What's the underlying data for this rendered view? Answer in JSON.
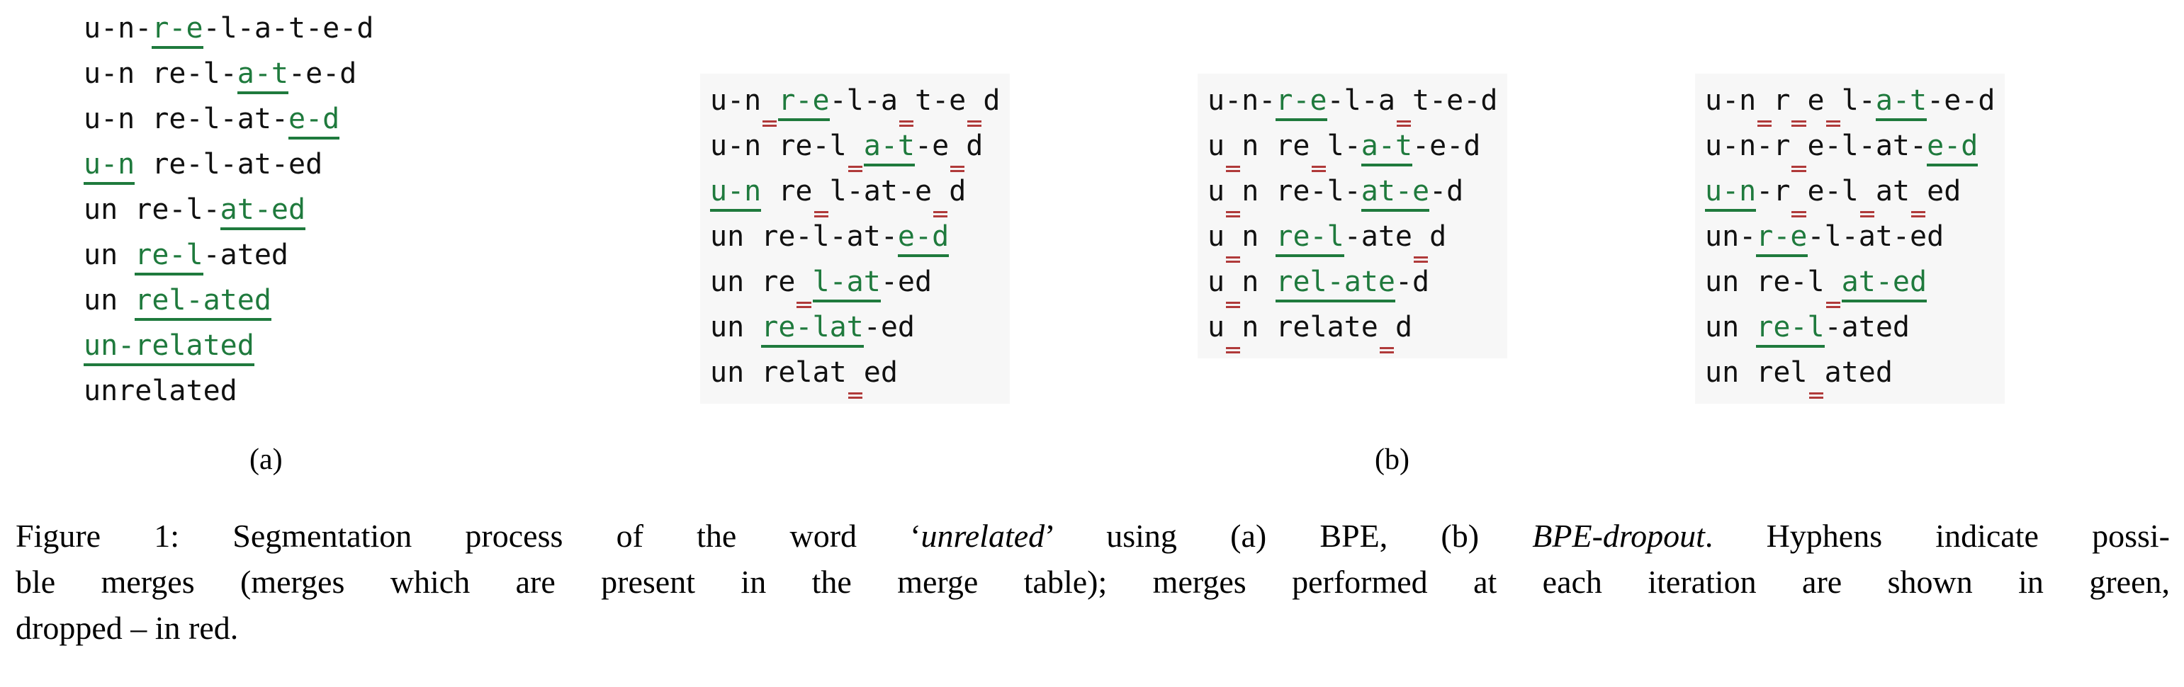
{
  "figure": {
    "label": "Figure 1:",
    "caption_lead": "Figure 1: Segmentation process of the word ‘",
    "caption_word": "unrelated",
    "caption_mid1": "’ using (a) BPE, (b) ",
    "caption_method": "BPE-dropout",
    "caption_mid2": ". Hyphens indicate possi-",
    "caption_line2": "ble merges (merges which are present in the merge table); merges performed at each iteration are shown in green,",
    "caption_line3": "dropped – in red.",
    "sublabel_a": "(a)",
    "sublabel_b": "(b)"
  },
  "colors": {
    "merge_green": "#1f7a3d",
    "dropped_red": "#b03a3a",
    "text_black": "#111111",
    "panel_bg": "#f7f7f7",
    "page_bg": "#ffffff"
  },
  "legend": {
    "green_meaning": "merges performed at each iteration",
    "red_meaning": "dropped merges",
    "hyphen_meaning": "possible merges (present in the merge table)"
  },
  "panels": [
    {
      "id": "panel-a",
      "name": "BPE",
      "sublabel": "(a)",
      "rows": [
        [
          {
            "t": "u-n-",
            "s": "plain"
          },
          {
            "t": "r-e",
            "s": "green-underline"
          },
          {
            "t": "-l-a-t-e-d",
            "s": "plain"
          }
        ],
        [
          {
            "t": "u-n re-l-",
            "s": "plain"
          },
          {
            "t": "a-t",
            "s": "green-underline"
          },
          {
            "t": "-e-d",
            "s": "plain"
          }
        ],
        [
          {
            "t": "u-n re-l-at-",
            "s": "plain"
          },
          {
            "t": "e-d",
            "s": "green-underline"
          },
          {
            "t": "",
            "s": "plain"
          }
        ],
        [
          {
            "t": "u-n",
            "s": "green-underline"
          },
          {
            "t": " re-l-at-ed",
            "s": "plain"
          }
        ],
        [
          {
            "t": "un re-l-",
            "s": "plain"
          },
          {
            "t": "at-ed",
            "s": "green-underline"
          },
          {
            "t": "",
            "s": "plain"
          }
        ],
        [
          {
            "t": "un ",
            "s": "plain"
          },
          {
            "t": "re-l",
            "s": "green-underline"
          },
          {
            "t": "-ated",
            "s": "plain"
          }
        ],
        [
          {
            "t": "un ",
            "s": "plain"
          },
          {
            "t": "rel-ated",
            "s": "green-underline"
          },
          {
            "t": "",
            "s": "plain"
          }
        ],
        [
          {
            "t": "un-related",
            "s": "green-underline"
          },
          {
            "t": "",
            "s": "plain"
          }
        ],
        [
          {
            "t": "unrelated",
            "s": "plain"
          }
        ]
      ]
    },
    {
      "id": "panel-b1",
      "name": "BPE-dropout sample 1",
      "sublabel": "(b)",
      "rows": [
        [
          {
            "t": "u-n",
            "s": "plain"
          },
          {
            "t": "_",
            "s": "dropped"
          },
          {
            "t": "r-e",
            "s": "green-underline"
          },
          {
            "t": "-l-a",
            "s": "plain"
          },
          {
            "t": "_",
            "s": "dropped"
          },
          {
            "t": "t-e",
            "s": "plain"
          },
          {
            "t": "_",
            "s": "dropped"
          },
          {
            "t": "d",
            "s": "plain"
          }
        ],
        [
          {
            "t": "u-n re-l",
            "s": "plain"
          },
          {
            "t": "_",
            "s": "dropped"
          },
          {
            "t": "a-t",
            "s": "green-underline"
          },
          {
            "t": "-e",
            "s": "plain"
          },
          {
            "t": "_",
            "s": "dropped"
          },
          {
            "t": "d",
            "s": "plain"
          }
        ],
        [
          {
            "t": "u-n",
            "s": "green-underline"
          },
          {
            "t": " re",
            "s": "plain"
          },
          {
            "t": "_",
            "s": "dropped"
          },
          {
            "t": "l-at-e",
            "s": "plain"
          },
          {
            "t": "_",
            "s": "dropped"
          },
          {
            "t": "d",
            "s": "plain"
          }
        ],
        [
          {
            "t": "un re-l-at-",
            "s": "plain"
          },
          {
            "t": "e-d",
            "s": "green-underline"
          },
          {
            "t": "",
            "s": "plain"
          }
        ],
        [
          {
            "t": "un re",
            "s": "plain"
          },
          {
            "t": "_",
            "s": "dropped"
          },
          {
            "t": "l-at",
            "s": "green-underline"
          },
          {
            "t": "-ed",
            "s": "plain"
          }
        ],
        [
          {
            "t": "un ",
            "s": "plain"
          },
          {
            "t": "re-lat",
            "s": "green-underline"
          },
          {
            "t": "-ed",
            "s": "plain"
          }
        ],
        [
          {
            "t": "un relat",
            "s": "plain"
          },
          {
            "t": "_",
            "s": "dropped"
          },
          {
            "t": "ed",
            "s": "plain"
          }
        ]
      ]
    },
    {
      "id": "panel-b2",
      "name": "BPE-dropout sample 2",
      "sublabel": "(b)",
      "rows": [
        [
          {
            "t": "u-n-",
            "s": "plain"
          },
          {
            "t": "r-e",
            "s": "green-underline"
          },
          {
            "t": "-l-a",
            "s": "plain"
          },
          {
            "t": "_",
            "s": "dropped"
          },
          {
            "t": "t-e-d",
            "s": "plain"
          }
        ],
        [
          {
            "t": "u",
            "s": "plain"
          },
          {
            "t": "_",
            "s": "dropped"
          },
          {
            "t": "n re",
            "s": "plain"
          },
          {
            "t": "_",
            "s": "dropped"
          },
          {
            "t": "l-",
            "s": "plain"
          },
          {
            "t": "a-t",
            "s": "green-underline"
          },
          {
            "t": "-e-d",
            "s": "plain"
          }
        ],
        [
          {
            "t": "u",
            "s": "plain"
          },
          {
            "t": "_",
            "s": "dropped"
          },
          {
            "t": "n re-l-",
            "s": "plain"
          },
          {
            "t": "at-e",
            "s": "green-underline"
          },
          {
            "t": "-d",
            "s": "plain"
          }
        ],
        [
          {
            "t": "u",
            "s": "plain"
          },
          {
            "t": "_",
            "s": "dropped"
          },
          {
            "t": "n ",
            "s": "plain"
          },
          {
            "t": "re-l",
            "s": "green-underline"
          },
          {
            "t": "-ate",
            "s": "plain"
          },
          {
            "t": "_",
            "s": "dropped"
          },
          {
            "t": "d",
            "s": "plain"
          }
        ],
        [
          {
            "t": "u",
            "s": "plain"
          },
          {
            "t": "_",
            "s": "dropped"
          },
          {
            "t": "n ",
            "s": "plain"
          },
          {
            "t": "rel-ate",
            "s": "green-underline"
          },
          {
            "t": "-d",
            "s": "plain"
          }
        ],
        [
          {
            "t": "u",
            "s": "plain"
          },
          {
            "t": "_",
            "s": "dropped"
          },
          {
            "t": "n relate",
            "s": "plain"
          },
          {
            "t": "_",
            "s": "dropped"
          },
          {
            "t": "d",
            "s": "plain"
          }
        ]
      ]
    },
    {
      "id": "panel-b3",
      "name": "BPE-dropout sample 3",
      "sublabel": "(b)",
      "rows": [
        [
          {
            "t": "u-n",
            "s": "plain"
          },
          {
            "t": "_",
            "s": "dropped"
          },
          {
            "t": "r",
            "s": "plain"
          },
          {
            "t": "_",
            "s": "dropped"
          },
          {
            "t": "e",
            "s": "plain"
          },
          {
            "t": "_",
            "s": "dropped"
          },
          {
            "t": "l-",
            "s": "plain"
          },
          {
            "t": "a-t",
            "s": "green-underline"
          },
          {
            "t": "-e-d",
            "s": "plain"
          }
        ],
        [
          {
            "t": "u-n-r",
            "s": "plain"
          },
          {
            "t": "_",
            "s": "dropped"
          },
          {
            "t": "e-l-at-",
            "s": "plain"
          },
          {
            "t": "e-d",
            "s": "green-underline"
          },
          {
            "t": "",
            "s": "plain"
          }
        ],
        [
          {
            "t": "u-n",
            "s": "green-underline"
          },
          {
            "t": "-r",
            "s": "plain"
          },
          {
            "t": "_",
            "s": "dropped"
          },
          {
            "t": "e-l",
            "s": "plain"
          },
          {
            "t": "_",
            "s": "dropped"
          },
          {
            "t": "at",
            "s": "plain"
          },
          {
            "t": "_",
            "s": "dropped"
          },
          {
            "t": "ed",
            "s": "plain"
          }
        ],
        [
          {
            "t": "un-",
            "s": "plain"
          },
          {
            "t": "r-e",
            "s": "green-underline"
          },
          {
            "t": "-l-at-ed",
            "s": "plain"
          }
        ],
        [
          {
            "t": "un re-l",
            "s": "plain"
          },
          {
            "t": "_",
            "s": "dropped"
          },
          {
            "t": "at-ed",
            "s": "green-underline"
          },
          {
            "t": "",
            "s": "plain"
          }
        ],
        [
          {
            "t": "un ",
            "s": "plain"
          },
          {
            "t": "re-l",
            "s": "green-underline"
          },
          {
            "t": "-ated",
            "s": "plain"
          }
        ],
        [
          {
            "t": "un rel",
            "s": "plain"
          },
          {
            "t": "_",
            "s": "dropped"
          },
          {
            "t": "ated",
            "s": "plain"
          }
        ]
      ]
    }
  ]
}
